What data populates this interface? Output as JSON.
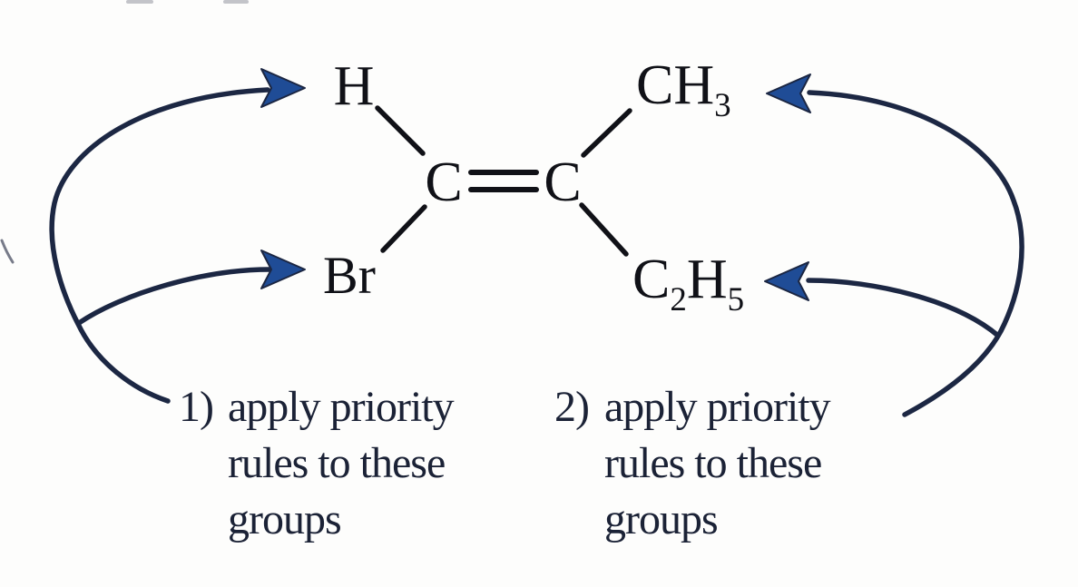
{
  "molecule": {
    "hydrogen": "H",
    "bromine": "Br",
    "carbon_left": "C",
    "carbon_right": "C",
    "methyl_base": "CH",
    "methyl_sub": "3",
    "ethyl_c": "C",
    "ethyl_c_sub": "2",
    "ethyl_h": "H",
    "ethyl_h_sub": "5"
  },
  "annotations": {
    "left": {
      "number": "1)",
      "line1": "apply priority",
      "line2": "rules to these",
      "line3": "groups"
    },
    "right": {
      "number": "2)",
      "line1": "apply priority",
      "line2": "rules to these",
      "line3": "groups"
    }
  },
  "arrows": [
    {
      "name": "arrow-to-hydrogen",
      "points_to": "H",
      "direction": "right"
    },
    {
      "name": "arrow-to-bromine",
      "points_to": "Br",
      "direction": "right"
    },
    {
      "name": "arrow-to-methyl",
      "points_to": "CH3",
      "direction": "left"
    },
    {
      "name": "arrow-to-ethyl",
      "points_to": "C2H5",
      "direction": "left"
    }
  ],
  "colors": {
    "background": "#fdfdfc",
    "molecule_ink": "#101117",
    "annotation_text": "#1b2236",
    "arrow_stroke": "#1c2743",
    "arrowhead_fill": "#1f4c96"
  }
}
